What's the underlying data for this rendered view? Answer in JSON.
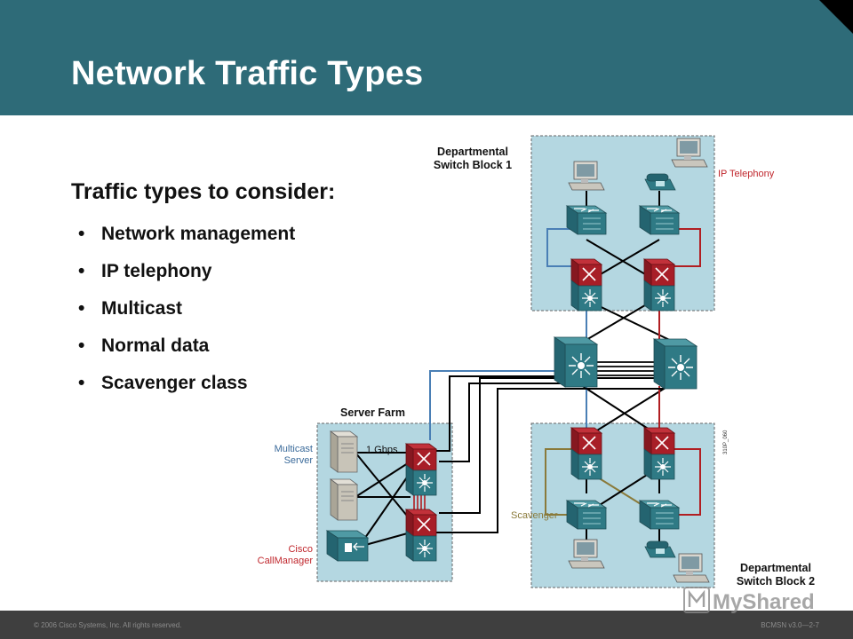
{
  "slide": {
    "title": "Network Traffic Types",
    "subtitle": "Traffic types to consider:",
    "bullets": [
      "Network management",
      "IP telephony",
      "Multicast",
      "Normal data",
      "Scavenger class"
    ]
  },
  "diagram": {
    "block1_label": [
      "Departmental",
      "Switch Block 1"
    ],
    "block2_label": [
      "Departmental",
      "Switch Block 2"
    ],
    "server_farm_label": "Server Farm",
    "ip_telephony_label": "IP Telephony",
    "multicast_server_label": [
      "Multicast",
      "Server"
    ],
    "callmanager_label": [
      "Cisco",
      "CallManager"
    ],
    "link_speed_label": "1 Gbps",
    "scavenger_label": "Scavenger",
    "figure_id": "310P_060"
  },
  "footer": {
    "copyright": "© 2006 Cisco Systems, Inc. All rights reserved.",
    "page": "BCMSN v3.0—2-7",
    "watermark": "MyShared"
  },
  "colors": {
    "header": "#2e6b78",
    "zone_fill": "#b4d7e1",
    "link_blue": "#4a7fb5",
    "link_red": "#b11e22",
    "link_olive": "#8a7a3a",
    "label_red": "#c0272d",
    "label_blue": "#3a6a9a"
  }
}
